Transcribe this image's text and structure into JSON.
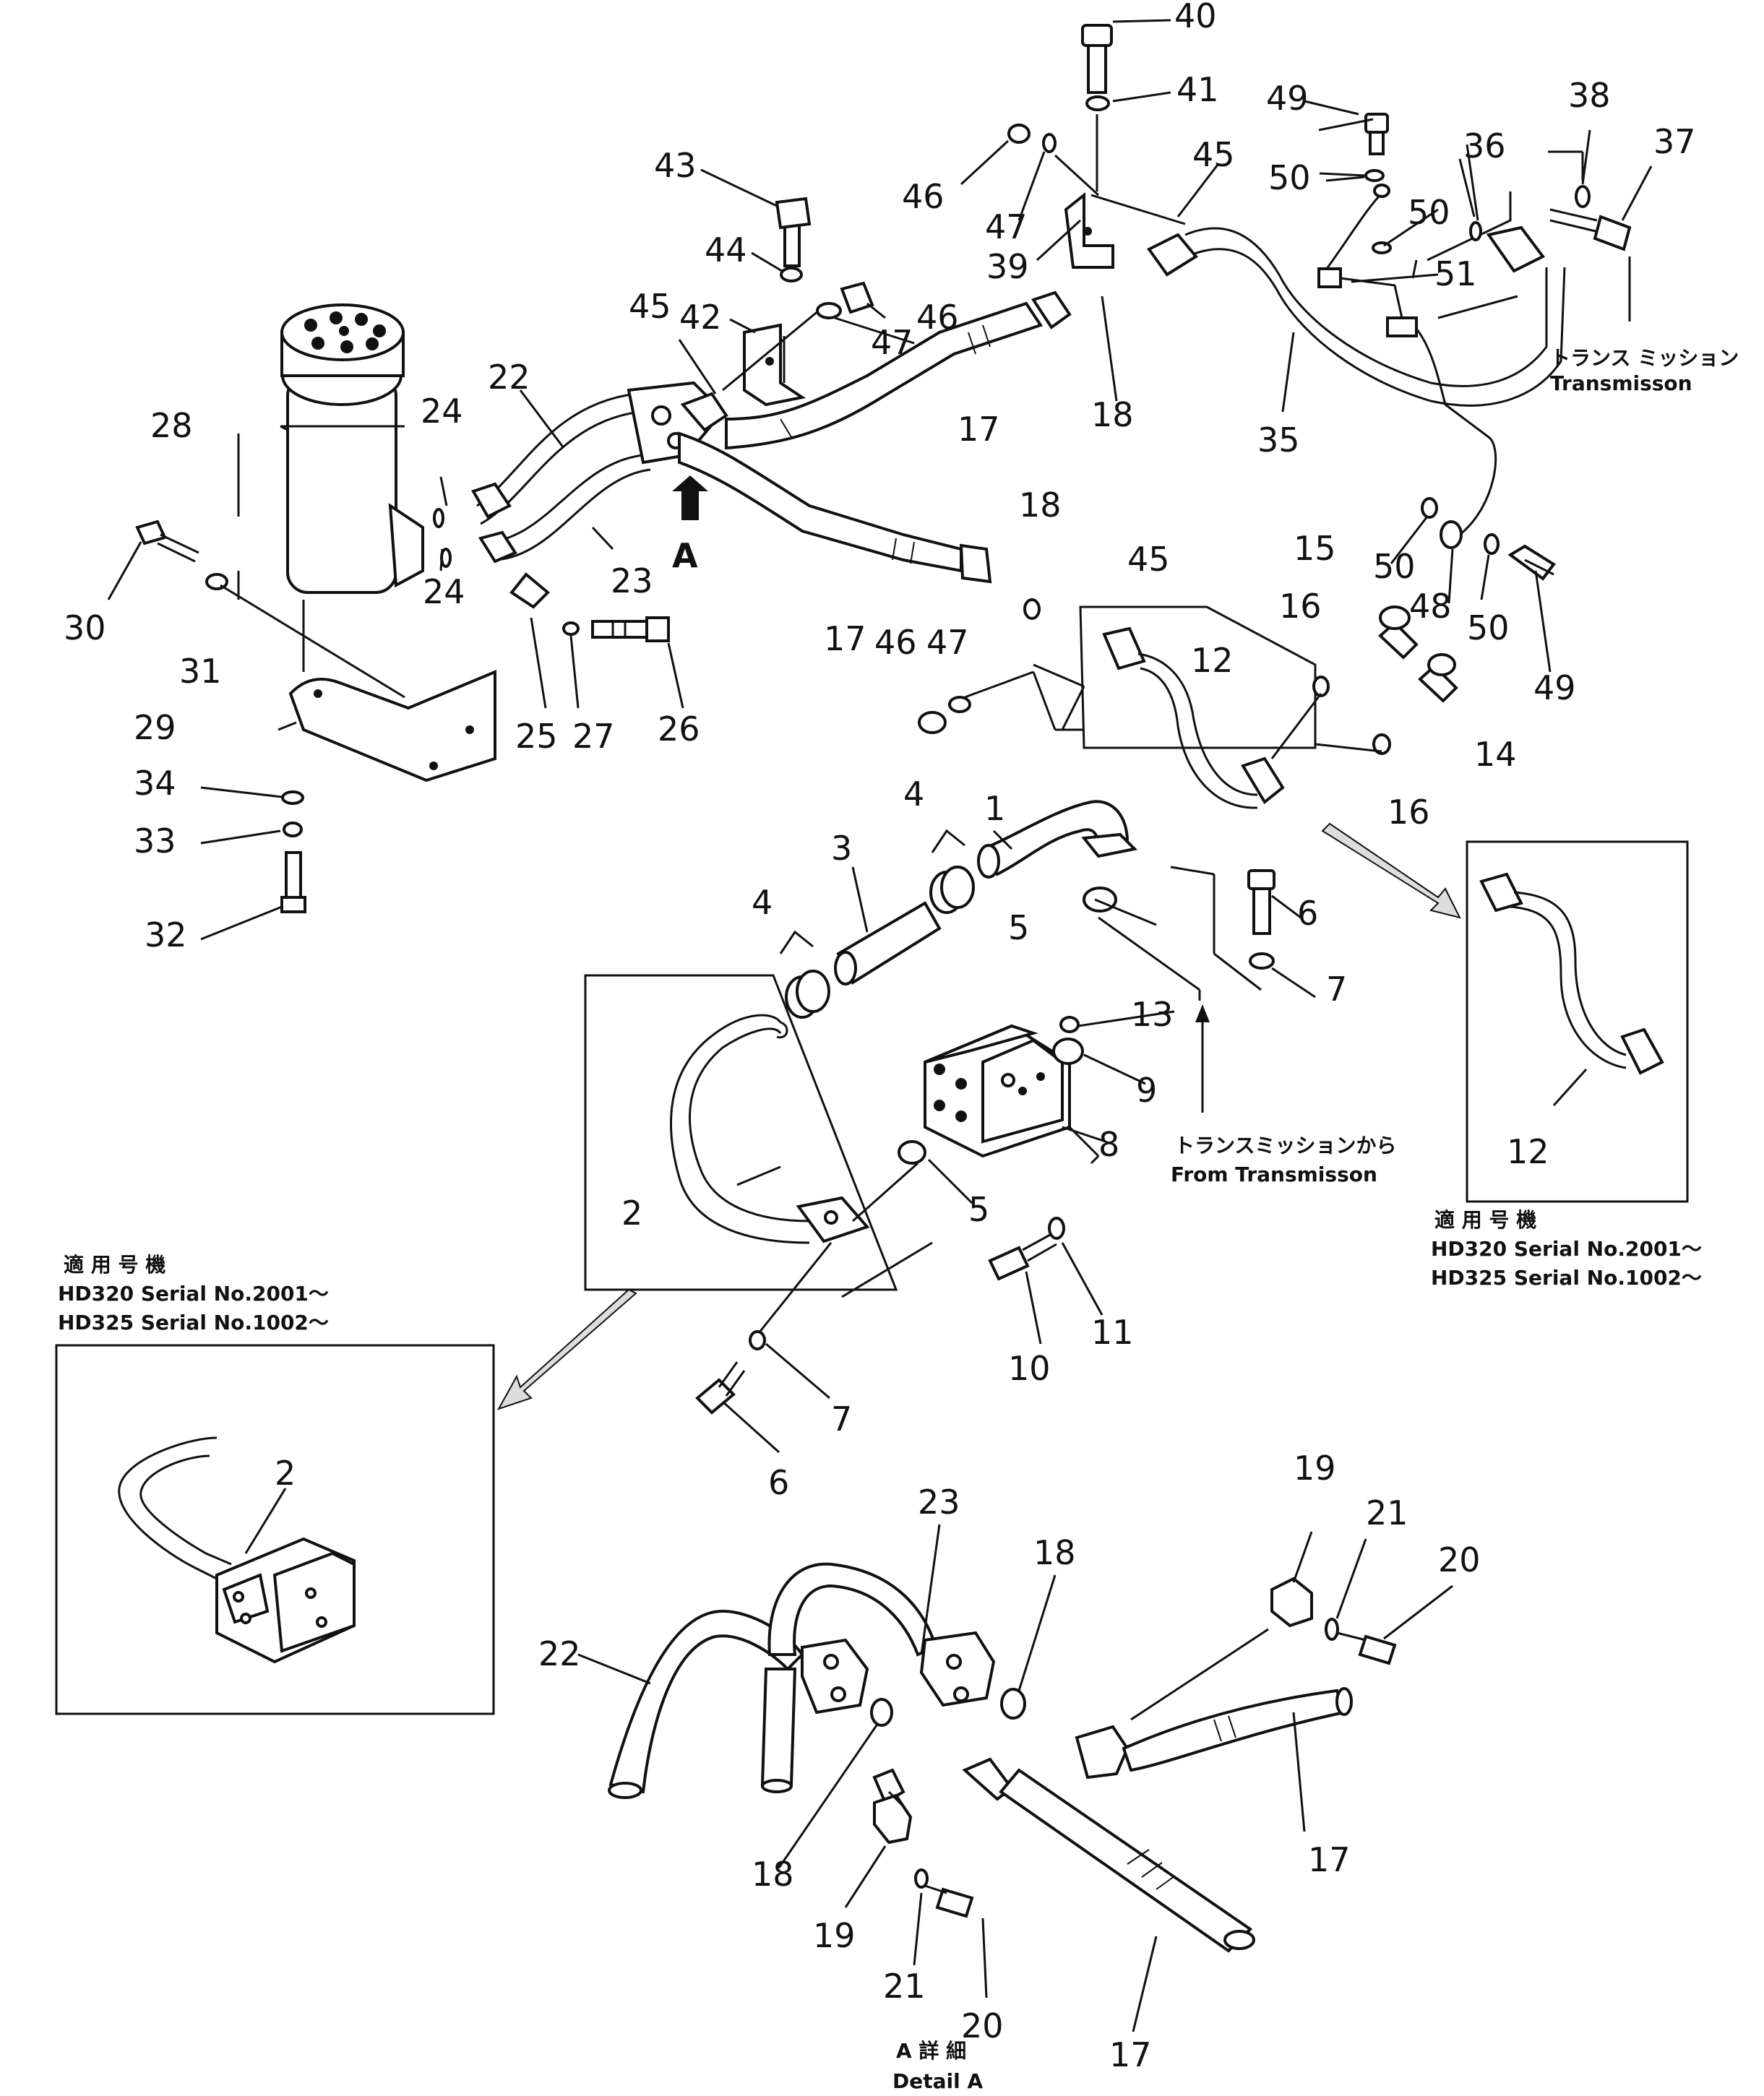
{
  "callouts": {
    "n1": "1",
    "n2": "2",
    "n2b": "2",
    "n3": "3",
    "n4a": "4",
    "n4b": "4",
    "n5a": "5",
    "n5b": "5",
    "n6a": "6",
    "n6b": "6",
    "n7a": "7",
    "n7b": "7",
    "n8": "8",
    "n9": "9",
    "n10": "10",
    "n11": "11",
    "n12a": "12",
    "n12b": "12",
    "n13": "13",
    "n14": "14",
    "n15": "15",
    "n16a": "16",
    "n16b": "16",
    "n17a": "17",
    "n17b": "17",
    "n17c": "17",
    "n17d": "17",
    "n18a": "18",
    "n18b": "18",
    "n18c": "18",
    "n18d": "18",
    "n19a": "19",
    "n19b": "19",
    "n20a": "20",
    "n20b": "20",
    "n21a": "21",
    "n21b": "21",
    "n22a": "22",
    "n22b": "22",
    "n23a": "23",
    "n23b": "23",
    "n24a": "24",
    "n24b": "24",
    "n25": "25",
    "n26": "26",
    "n27": "27",
    "n28": "28",
    "n29": "29",
    "n30": "30",
    "n31": "31",
    "n32": "32",
    "n33": "33",
    "n34": "34",
    "n35": "35",
    "n36": "36",
    "n37": "37",
    "n38": "38",
    "n39": "39",
    "n40": "40",
    "n41": "41",
    "n42": "42",
    "n43": "43",
    "n44": "44",
    "n45a": "45",
    "n45b": "45",
    "n45c": "45",
    "n46a": "46",
    "n46b": "46",
    "n46c": "46",
    "n47a": "47",
    "n47b": "47",
    "n47c": "47",
    "n48": "48",
    "n49a": "49",
    "n49b": "49",
    "n50a": "50",
    "n50b": "50",
    "n50c": "50",
    "n50d": "50",
    "n51": "51",
    "A": "A"
  },
  "notes": {
    "to_transmission_jp": "トランス ミッション",
    "to_transmission_en": "Transmisson",
    "from_transmission_jp": "トランスミッションから",
    "from_transmission_en": "From Transmisson",
    "applicable_jp_left": "適 用 号 機",
    "serial_hd320_left": "HD320  Serial  No.2001～",
    "serial_hd325_left": "HD325  Serial  No.1002～",
    "applicable_jp_right": "適 用 号 機",
    "serial_hd320_right": "HD320  Serial  No.2001～",
    "serial_hd325_right": "HD325  Serial  No.1002～",
    "detail_jp": "A  詳  細",
    "detail_en": "Detail   A"
  }
}
